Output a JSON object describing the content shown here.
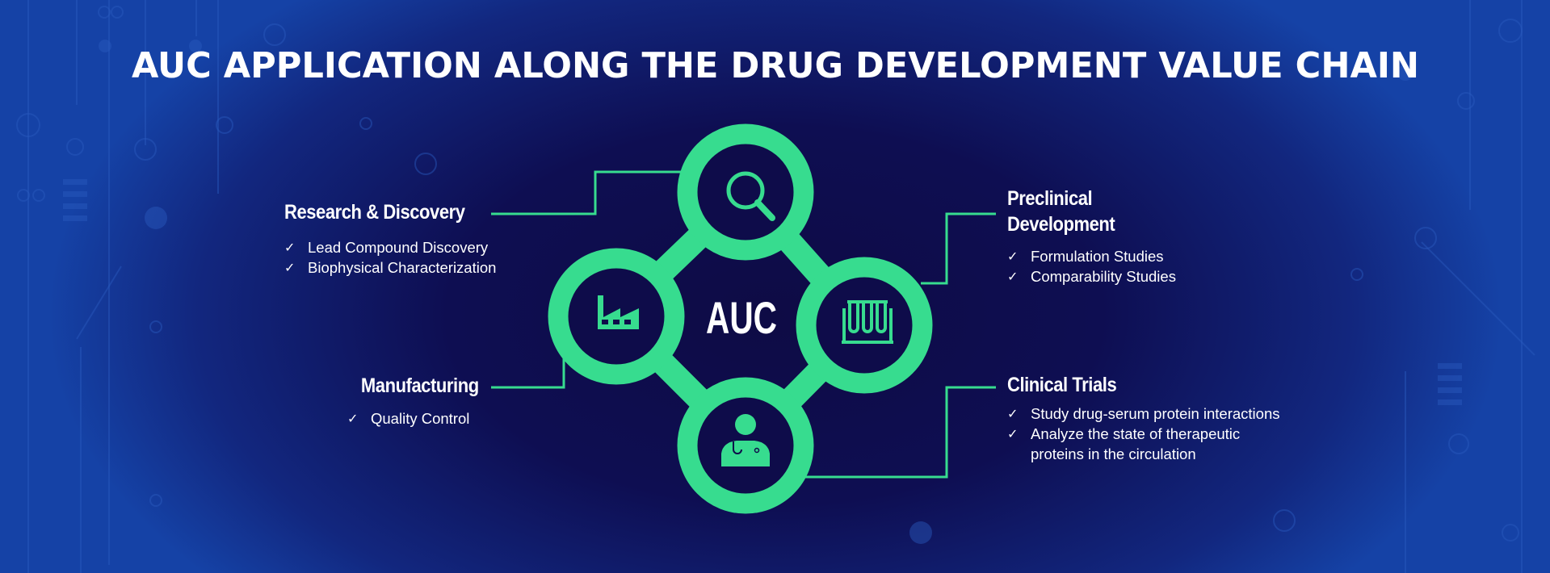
{
  "title": "AUC APPLICATION ALONG THE DRUG DEVELOPMENT VALUE CHAIN",
  "center_label": "AUC",
  "colors": {
    "accent": "#37dc8f",
    "background": "#0e0b45",
    "text": "#ffffff"
  },
  "stages": {
    "research": {
      "heading": "Research & Discovery",
      "icon": "magnifier-icon",
      "items": [
        "Lead Compound Discovery",
        "Biophysical Characterization"
      ]
    },
    "preclinical": {
      "heading_line1": "Preclinical",
      "heading_line2": "Development",
      "icon": "test-tubes-icon",
      "items": [
        "Formulation Studies",
        "Comparability Studies"
      ]
    },
    "manufacturing": {
      "heading": "Manufacturing",
      "icon": "factory-icon",
      "items": [
        "Quality Control"
      ]
    },
    "clinical": {
      "heading": "Clinical Trials",
      "icon": "doctor-icon",
      "items": [
        "Study drug-serum protein interactions",
        "Analyze the state of therapeutic proteins in the circulation"
      ]
    }
  },
  "check_mark": "✓"
}
